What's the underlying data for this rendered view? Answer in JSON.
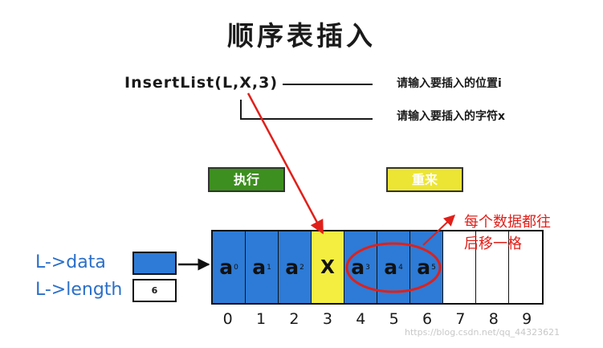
{
  "title": "顺序表插入",
  "function_call": "InsertList(L,X,3)",
  "descriptions": {
    "position": "请输入要插入的位置i",
    "char": "请输入要插入的字符x"
  },
  "buttons": {
    "execute": "执行",
    "reset": "重来"
  },
  "pointer": {
    "data_label": "L->data",
    "length_label": "L->length",
    "length_value": "6"
  },
  "array_cells": [
    {
      "value": "a",
      "sub": "0",
      "state": "filled"
    },
    {
      "value": "a",
      "sub": "1",
      "state": "filled"
    },
    {
      "value": "a",
      "sub": "2",
      "state": "filled"
    },
    {
      "value": "X",
      "sub": "",
      "state": "inserted"
    },
    {
      "value": "a",
      "sub": "3",
      "state": "filled"
    },
    {
      "value": "a",
      "sub": "4",
      "state": "filled"
    },
    {
      "value": "a",
      "sub": "5",
      "state": "filled"
    },
    {
      "value": "",
      "sub": "",
      "state": "empty"
    },
    {
      "value": "",
      "sub": "",
      "state": "empty"
    },
    {
      "value": "",
      "sub": "",
      "state": "empty"
    }
  ],
  "indexes": [
    "0",
    "1",
    "2",
    "3",
    "4",
    "5",
    "6",
    "7",
    "8",
    "9"
  ],
  "annotation": {
    "line1": "每个数据都往",
    "line2": "后移一格"
  },
  "watermark": "https://blog.csdn.net/qq_44323621",
  "colors": {
    "filled": "#2d7bd6",
    "inserted": "#f3ee3f",
    "execute_button": "#3d8f1f",
    "reset_button": "#ece534",
    "annotation": "#e0201a"
  }
}
